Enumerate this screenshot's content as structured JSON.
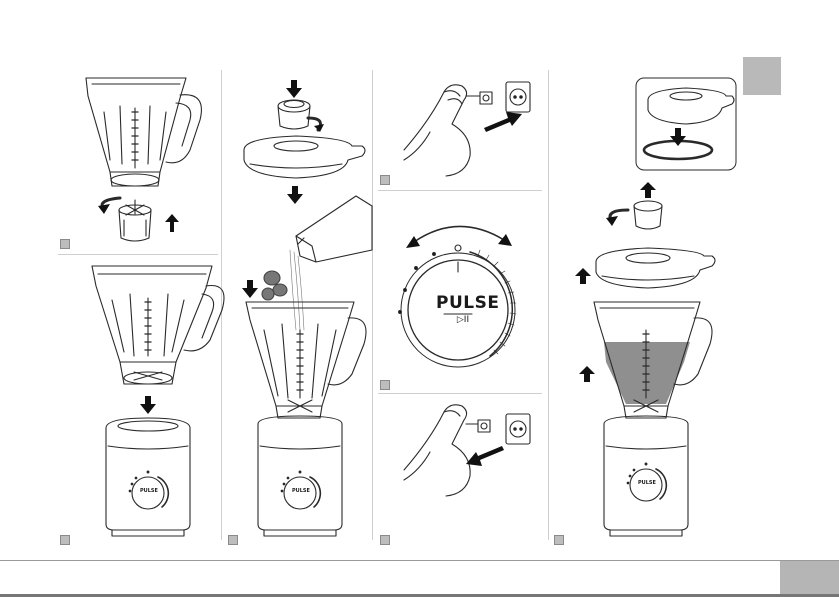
{
  "dial": {
    "label": "PULSE",
    "sub_label": "▷II"
  },
  "mini_dials": [
    {
      "label": "PULSE"
    },
    {
      "label": "PULSE"
    },
    {
      "label": "PULSE"
    }
  ],
  "step_markers": 9,
  "colors": {
    "line": "#2a2a2a",
    "marker": "#bdbdbd",
    "tab": "#b5b5b5",
    "liquid": "#8f8f8f"
  }
}
